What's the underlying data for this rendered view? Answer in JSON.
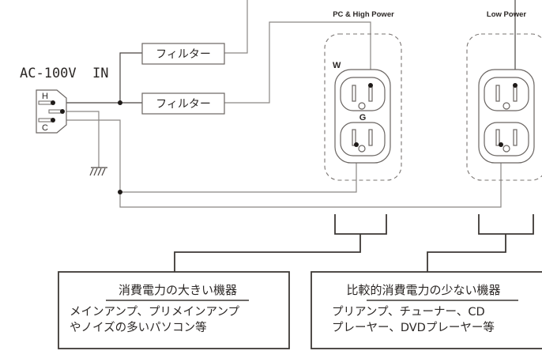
{
  "input": {
    "label": "AC-100V",
    "sublabel": "IN",
    "hot_pin": "H",
    "cold_pin": "C"
  },
  "filters": [
    {
      "label": "フィルター"
    },
    {
      "label": "フィルター"
    }
  ],
  "outlets": [
    {
      "title": "PC & High Power",
      "wide_slot": "W",
      "ground": "G"
    },
    {
      "title": "Low Power"
    }
  ],
  "device_groups": [
    {
      "heading": "消費電力の大きい機器",
      "line1": "メインアンプ、プリメインアンプ",
      "line2": "やノイズの多いパソコン等"
    },
    {
      "heading": "比較的消費電力の少ない機器",
      "line1": "プリアンプ、チューナー、CD",
      "line2": "プレーヤー、DVDプレーヤー等"
    }
  ],
  "colors": {
    "wire": "#8a8784",
    "ink": "#2b2725",
    "box": "#3d3835"
  }
}
